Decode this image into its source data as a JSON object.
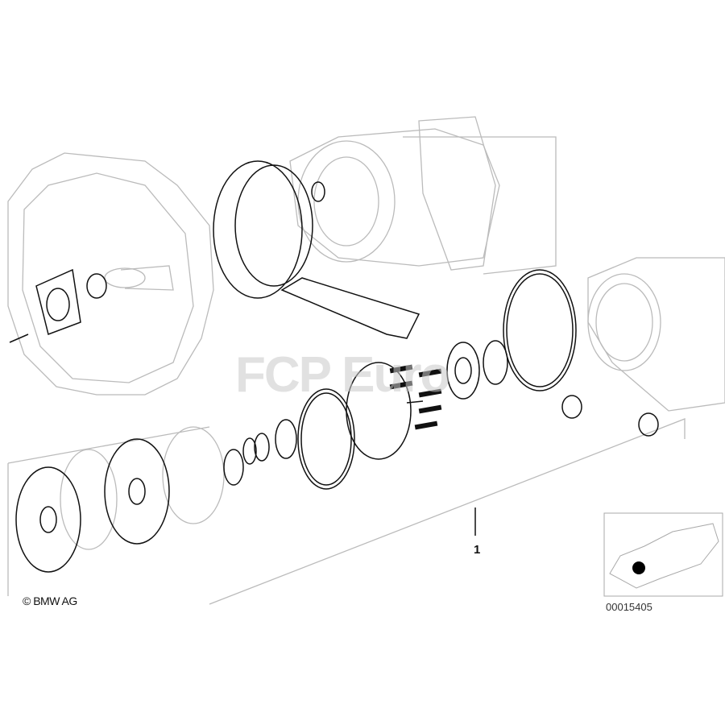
{
  "diagram": {
    "copyright": "© BMW AG",
    "callouts": [
      {
        "number": "1"
      }
    ],
    "diagram_number": "00015405",
    "watermark": "FCP Euro"
  },
  "colors": {
    "part_line": "#111111",
    "background_line": "#b8b8b8",
    "highlight_dot": "#000000"
  }
}
